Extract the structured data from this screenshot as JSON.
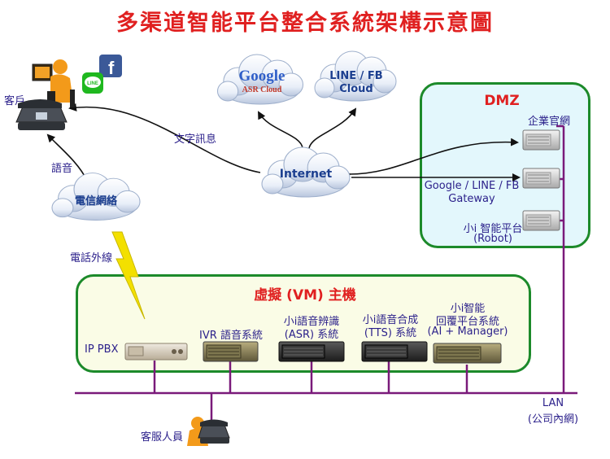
{
  "title": "多渠道智能平台整合系統架構示意圖",
  "client": {
    "label": "客戶",
    "line_badge": "LINE",
    "fb_badge": "f"
  },
  "labels": {
    "voice": "語音",
    "text_msg": "文字訊息",
    "phone_outside_line": "電話外線",
    "telecom": "電信網絡",
    "internet": "Internet",
    "google_brand": "Google",
    "asr_cloud": "ASR Cloud",
    "line_fb_cloud_1": "LINE / FB",
    "line_fb_cloud_2": "Cloud",
    "lan": "LAN",
    "lan_sub": "(公司內網)",
    "agent": "客服人員"
  },
  "dmz": {
    "title": "DMZ",
    "corp_site": "企業官網",
    "gateway_1": "Google / LINE / FB",
    "gateway_2": "Gateway",
    "robot_1": "小i 智能平台",
    "robot_2": "(Robot)"
  },
  "vm": {
    "title": "虛擬 (VM) 主機",
    "ip_pbx": "IP PBX",
    "ivr": "IVR 語音系統",
    "asr_1": "小i語音辨識",
    "asr_2": "(ASR) 系統",
    "tts_1": "小i語音合成",
    "tts_2": "(TTS) 系統",
    "ai_1": "小i智能",
    "ai_2": "回覆平台系統",
    "ai_3": "(AI + Manager)"
  },
  "colors": {
    "title": "#e02020",
    "label": "#2a1f8a",
    "frame": "#1c8a2a",
    "dmz_fill": "#e3f7fc",
    "vm_fill": "#fafce6",
    "lan_line": "#7a1a7a",
    "lightning": "#f3e000"
  }
}
